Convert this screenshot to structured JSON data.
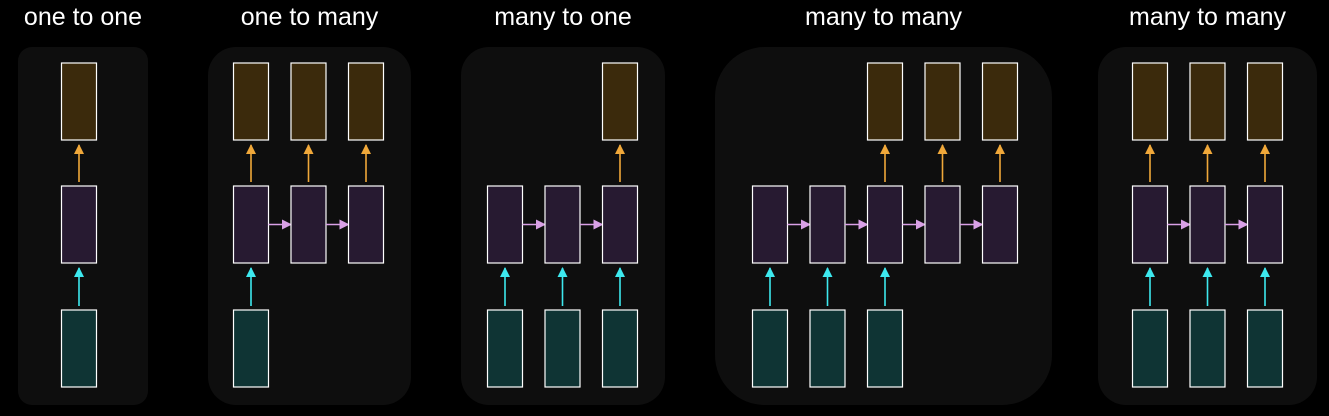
{
  "colors": {
    "background": "#000000",
    "panel": "#0e0e0e",
    "output_fill": "#3b2a0c",
    "hidden_fill": "#271a31",
    "input_fill": "#0f3434",
    "box_stroke": "#ffffff",
    "output_arrow": "#f0a83a",
    "recurrent_arrow": "#d9a0e6",
    "input_arrow": "#3de8ee"
  },
  "panels": [
    {
      "title": "one to one",
      "columns": [
        {
          "input": true,
          "hidden": true,
          "output": true
        }
      ]
    },
    {
      "title": "one to many",
      "columns": [
        {
          "input": true,
          "hidden": true,
          "output": true
        },
        {
          "input": false,
          "hidden": true,
          "output": true
        },
        {
          "input": false,
          "hidden": true,
          "output": true
        }
      ]
    },
    {
      "title": "many to one",
      "columns": [
        {
          "input": true,
          "hidden": true,
          "output": false
        },
        {
          "input": true,
          "hidden": true,
          "output": false
        },
        {
          "input": true,
          "hidden": true,
          "output": true
        }
      ]
    },
    {
      "title": "many to many",
      "columns": [
        {
          "input": true,
          "hidden": true,
          "output": false
        },
        {
          "input": true,
          "hidden": true,
          "output": false
        },
        {
          "input": true,
          "hidden": true,
          "output": true
        },
        {
          "input": false,
          "hidden": true,
          "output": true
        },
        {
          "input": false,
          "hidden": true,
          "output": true
        }
      ]
    },
    {
      "title": "many to many",
      "columns": [
        {
          "input": true,
          "hidden": true,
          "output": true
        },
        {
          "input": true,
          "hidden": true,
          "output": true
        },
        {
          "input": true,
          "hidden": true,
          "output": true
        }
      ]
    }
  ]
}
